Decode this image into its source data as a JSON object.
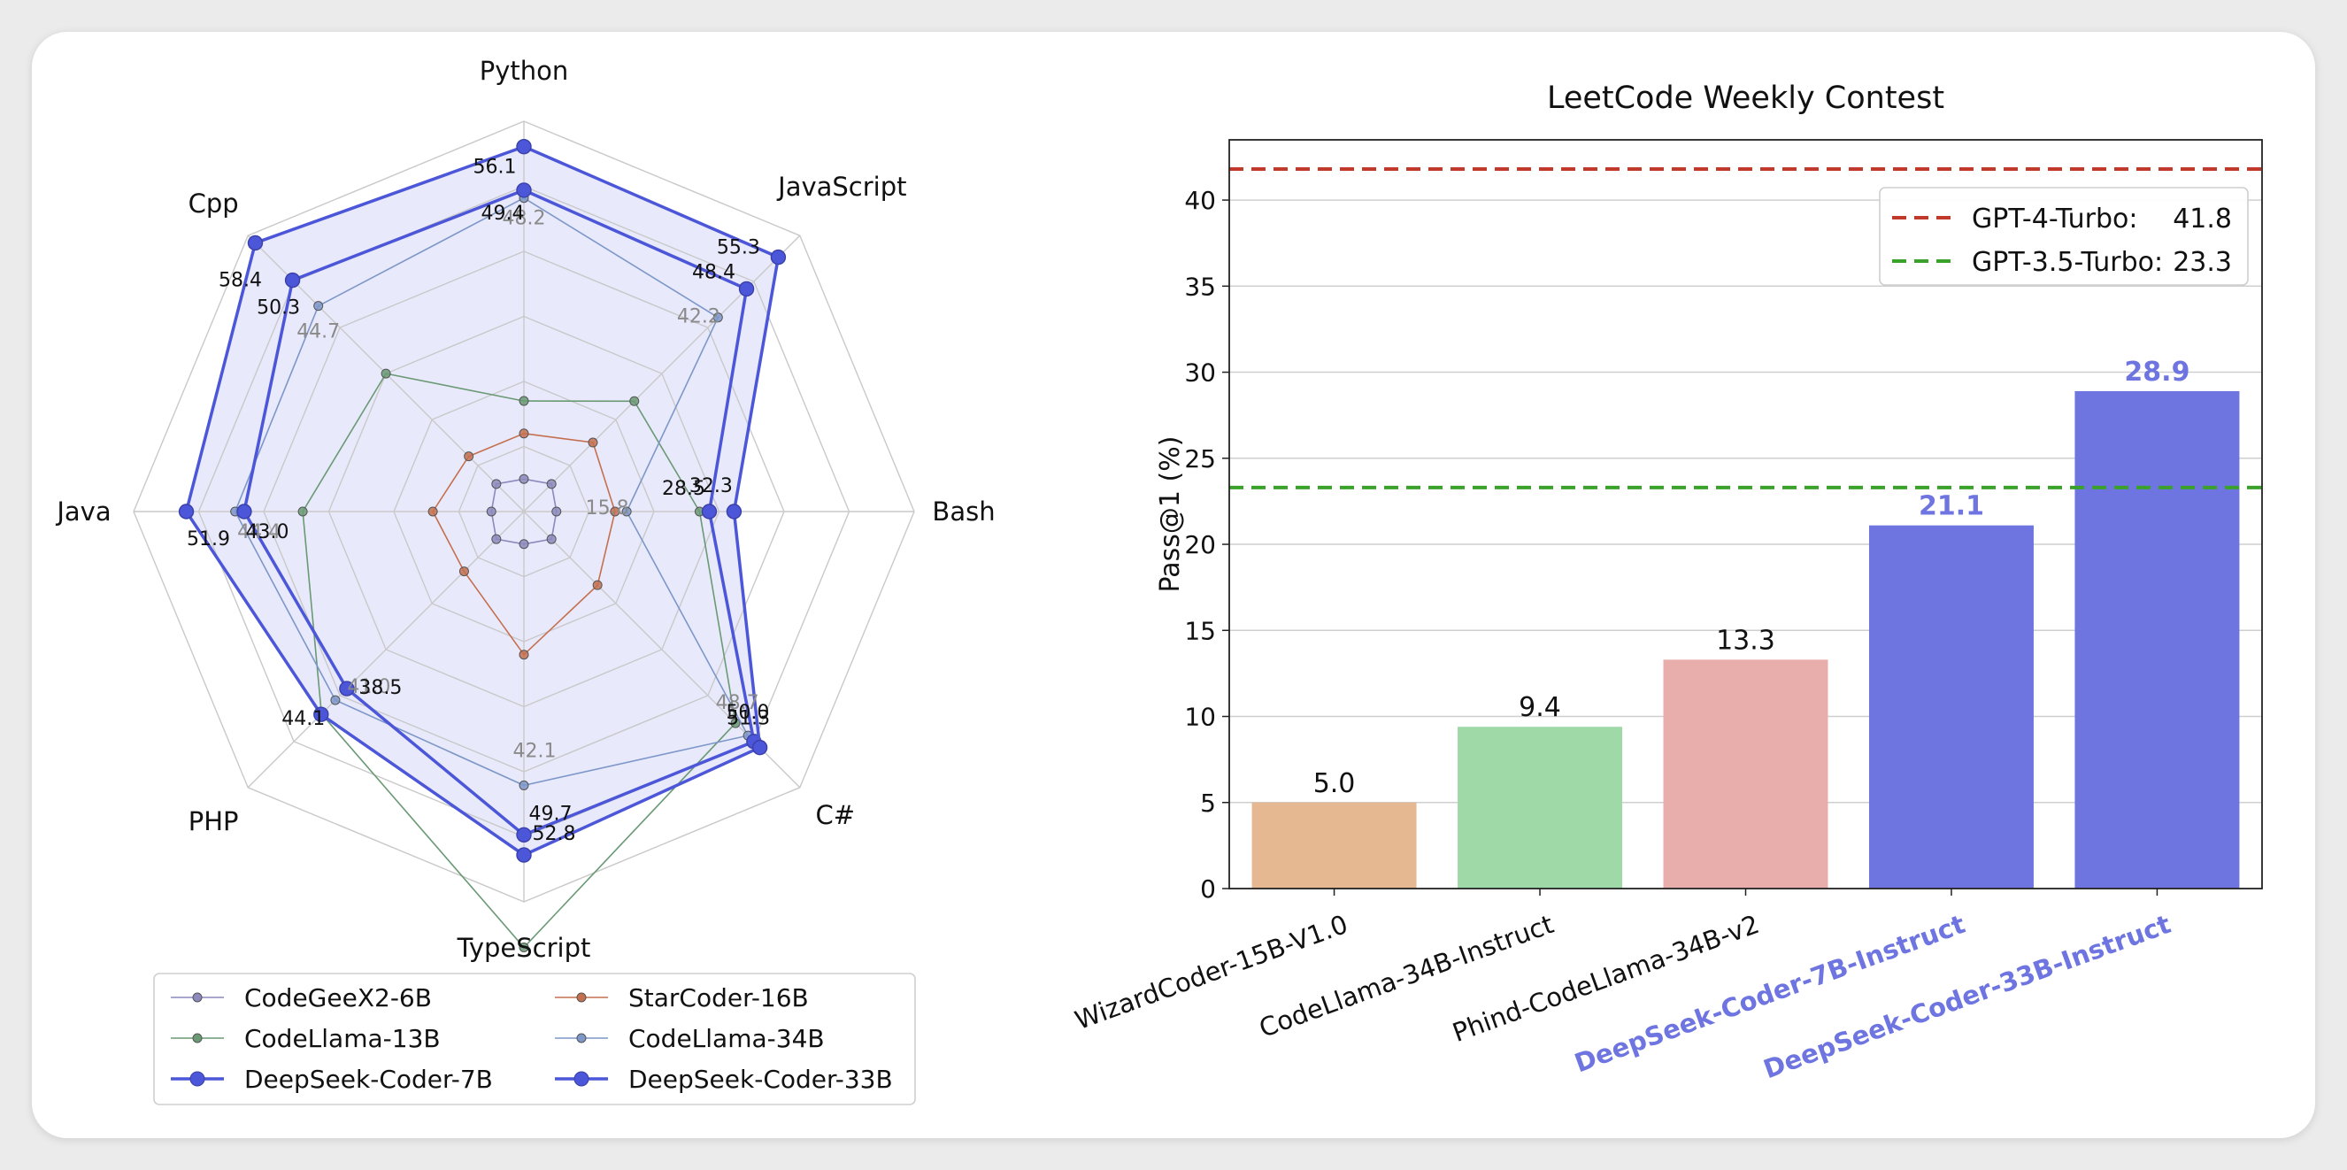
{
  "chart_data": [
    {
      "type": "radar",
      "axes": [
        "Python",
        "JavaScript",
        "Bash",
        "C#",
        "TypeScript",
        "PHP",
        "Java",
        "Cpp"
      ],
      "series": [
        {
          "name": "CodeGeeX2-6B",
          "color": "#8c89bd",
          "marker": "small",
          "values": [
            5,
            6,
            5,
            6,
            5,
            6,
            5,
            6
          ]
        },
        {
          "name": "StarCoder-16B",
          "color": "#c4704f",
          "marker": "small",
          "values": [
            12,
            15,
            14,
            16,
            22,
            13,
            14,
            12
          ]
        },
        {
          "name": "CodeLlama-13B",
          "color": "#6a9a74",
          "marker": "small",
          "values": [
            17,
            24,
            27,
            46,
            67,
            44,
            34,
            30
          ]
        },
        {
          "name": "CodeLlama-34B",
          "color": "#7d97c8",
          "marker": "small",
          "values": [
            48.2,
            42.2,
            15.8,
            48.7,
            42.1,
            41.0,
            44.4,
            44.7
          ],
          "labels": [
            "48.2",
            "42.2",
            "15.8",
            "48.7",
            "42.1",
            "41.0",
            "44.4",
            "44.7"
          ]
        },
        {
          "name": "DeepSeek-Coder-7B",
          "color": "#4c56d8",
          "marker": "large",
          "values": [
            49.4,
            48.4,
            28.5,
            50.0,
            49.7,
            38.5,
            43.0,
            50.3
          ],
          "labels": [
            "49.4",
            "48.4",
            "28.5",
            "50.0",
            "49.7",
            "38.5",
            "43.0",
            "50.3"
          ]
        },
        {
          "name": "DeepSeek-Coder-33B",
          "color": "#4c56d8",
          "marker": "large",
          "fill": "#e8e9fb",
          "values": [
            56.1,
            55.3,
            32.3,
            51.3,
            52.8,
            44.1,
            51.9,
            58.4
          ],
          "labels": [
            "56.1",
            "55.3",
            "32.3",
            "51.3",
            "52.8",
            "44.1",
            "51.9",
            "58.4"
          ]
        }
      ],
      "legend": "bottom"
    },
    {
      "type": "bar",
      "title": "LeetCode Weekly Contest",
      "ylabel": "Pass@1 (%)",
      "ylim": [
        0,
        43.5
      ],
      "yticks": [
        "0",
        "5",
        "10",
        "15",
        "20",
        "25",
        "30",
        "35",
        "40"
      ],
      "grid": true,
      "categories": [
        "WizardCoder-15B-V1.0",
        "CodeLlama-34B-Instruct",
        "Phind-CodeLlama-34B-v2",
        "DeepSeek-Coder-7B-Instruct",
        "DeepSeek-Coder-33B-Instruct"
      ],
      "values": [
        5.0,
        9.4,
        13.3,
        21.1,
        28.9
      ],
      "value_labels": [
        "5.0",
        "9.4",
        "13.3",
        "21.1",
        "28.9"
      ],
      "bar_colors": [
        "#e6b891",
        "#a0d9a8",
        "#e8aeac",
        "#6e75e0",
        "#6e75e0"
      ],
      "highlight": [
        false,
        false,
        false,
        true,
        true
      ],
      "highlight_color": "#6e75e0",
      "reference_lines": [
        {
          "name": "GPT-4-Turbo:",
          "value": 41.8,
          "value_label": "41.8",
          "color": "#c0392b"
        },
        {
          "name": "GPT-3.5-Turbo:",
          "value": 23.3,
          "value_label": "23.3",
          "color": "#3aa12a"
        }
      ],
      "legend": "top-right"
    }
  ]
}
